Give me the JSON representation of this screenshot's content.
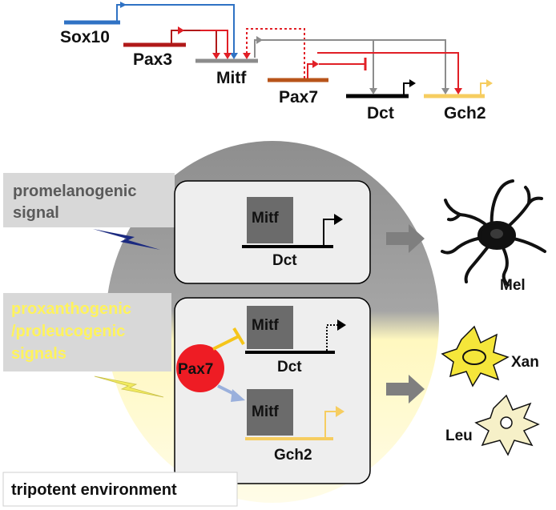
{
  "network": {
    "genes": [
      "Sox10",
      "Pax3",
      "Mitf",
      "Pax7",
      "Dct",
      "Gch2"
    ]
  },
  "cell": {
    "promelanogenic_signal_line1": "promelanogenic",
    "promelanogenic_signal_line2": "signal",
    "proxanthogenic_line1": "proxanthogenic",
    "proxanthogenic_line2": "/proleucogenic",
    "proxanthogenic_line3": "signals",
    "box1_factor": "Mitf",
    "box1_gene": "Dct",
    "box2_factor_a": "Mitf",
    "box2_gene_a": "Dct",
    "box2_repressor": "Pax7",
    "box2_factor_b": "Mitf",
    "box2_gene_b": "Gch2",
    "environment_label": "tripotent environment"
  },
  "outcomes": {
    "mel": "Mel",
    "xan": "Xan",
    "leu": "Leu"
  },
  "colors": {
    "sox10": "#2f72c4",
    "pax3": "#b01919",
    "mitf": "#8c8c8c",
    "pax7": "#b8541a",
    "dct": "#000000",
    "gch2": "#f6cd60",
    "red_arrow": "#e11f26",
    "repressor_circle": "#ee1c24",
    "yellow_text": "#fff35c",
    "signal_blue": "#1b2a80",
    "signal_yellow": "#f2eb5f"
  }
}
